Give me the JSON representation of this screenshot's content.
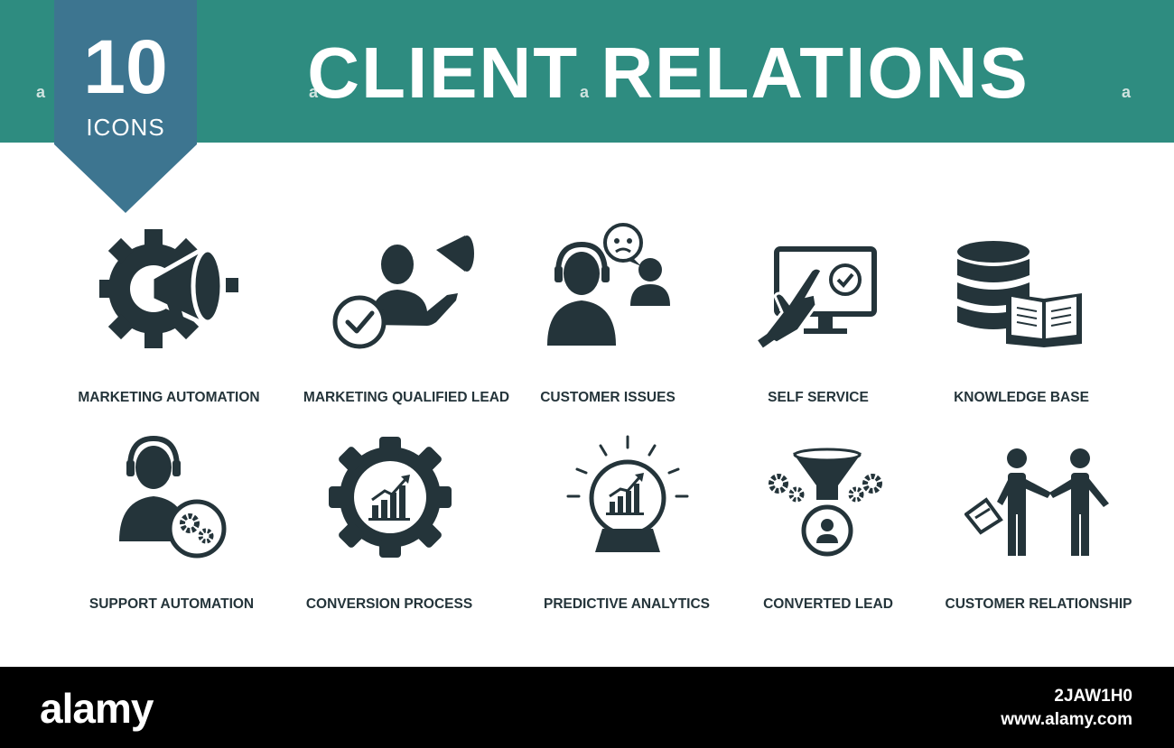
{
  "header": {
    "title": "CLIENT RELATIONS",
    "badge_number": "10",
    "badge_label": "ICONS",
    "watermark_char": "a",
    "color_banner": "#2e8c80",
    "color_badge": "#3d7590"
  },
  "icons": [
    {
      "label": "MARKETING AUTOMATION",
      "icon": "gear-megaphone-icon"
    },
    {
      "label": "MARKETING QUALIFIED LEAD",
      "icon": "person-megaphone-check-icon"
    },
    {
      "label": "CUSTOMER ISSUES",
      "icon": "support-agent-angry-customer-icon"
    },
    {
      "label": "SELF SERVICE",
      "icon": "hand-touch-monitor-icon"
    },
    {
      "label": "KNOWLEDGE BASE",
      "icon": "database-book-icon"
    },
    {
      "label": "SUPPORT AUTOMATION",
      "icon": "support-agent-gears-icon"
    },
    {
      "label": "CONVERSION PROCESS",
      "icon": "gear-growth-chart-icon"
    },
    {
      "label": "PREDICTIVE ANALYTICS",
      "icon": "crystal-ball-chart-icon"
    },
    {
      "label": "CONVERTED LEAD",
      "icon": "funnel-user-gears-icon"
    },
    {
      "label": "CUSTOMER RELATIONSHIP",
      "icon": "handshake-people-icon"
    }
  ],
  "footer": {
    "logo": "alamy",
    "image_id": "2JAW1H0",
    "url": "www.alamy.com"
  },
  "icon_color": "#24343a"
}
